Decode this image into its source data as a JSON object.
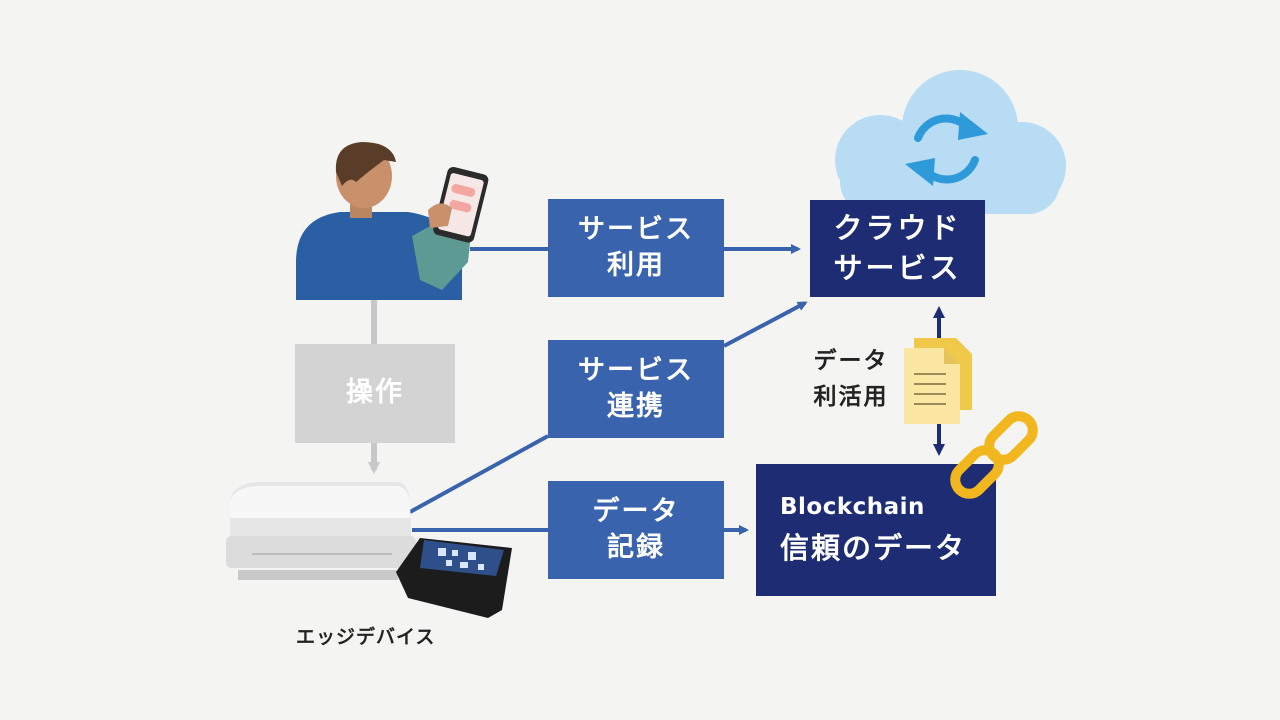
{
  "boxes": {
    "service_use": [
      "サービス",
      "利用"
    ],
    "cloud_service": [
      "クラウド",
      "サービス"
    ],
    "service_link": [
      "サービス",
      "連携"
    ],
    "data_record": [
      "データ",
      "記録"
    ],
    "operation": "操作",
    "blockchain": [
      "Blockchain",
      "信頼のデータ"
    ]
  },
  "labels": {
    "data_usage": [
      "データ",
      "利活用"
    ],
    "edge_device": "エッジデバイス"
  },
  "icons": [
    "person-with-smartphone-icon",
    "cloud-sync-icon",
    "document-icon",
    "chain-link-icon",
    "scanner-icon",
    "reader-device-icon"
  ],
  "colors": {
    "mid_blue": "#3a63ad",
    "dark_navy": "#1e2d73",
    "gray": "#d3d3d3",
    "background": "#f4f4f3",
    "cloud": "#b8dcf3",
    "gold": "#f2b71e"
  }
}
